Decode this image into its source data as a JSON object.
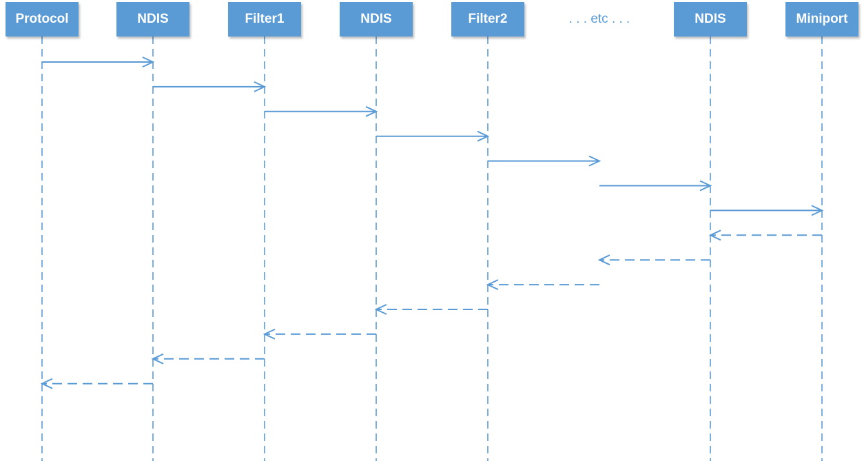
{
  "diagram": {
    "line_color": "#5b9bd5",
    "box_color": "#5b9bd5",
    "box_text_color": "#ffffff",
    "participants": [
      {
        "label": "Protocol",
        "style": "box"
      },
      {
        "label": "NDIS",
        "style": "box"
      },
      {
        "label": "Filter1",
        "style": "box"
      },
      {
        "label": "NDIS",
        "style": "box"
      },
      {
        "label": "Filter2",
        "style": "box"
      },
      {
        "label": ". . . etc . . .",
        "style": "text"
      },
      {
        "label": "NDIS",
        "style": "box"
      },
      {
        "label": "Miniport",
        "style": "box"
      }
    ],
    "messages": [
      {
        "from": 0,
        "to": 1,
        "type": "call"
      },
      {
        "from": 1,
        "to": 2,
        "type": "call"
      },
      {
        "from": 2,
        "to": 3,
        "type": "call"
      },
      {
        "from": 3,
        "to": 4,
        "type": "call"
      },
      {
        "from": 4,
        "to": 5,
        "type": "call"
      },
      {
        "from": 5,
        "to": 6,
        "type": "call"
      },
      {
        "from": 6,
        "to": 7,
        "type": "call"
      },
      {
        "from": 7,
        "to": 6,
        "type": "return"
      },
      {
        "from": 6,
        "to": 5,
        "type": "return"
      },
      {
        "from": 5,
        "to": 4,
        "type": "return"
      },
      {
        "from": 4,
        "to": 3,
        "type": "return"
      },
      {
        "from": 3,
        "to": 2,
        "type": "return"
      },
      {
        "from": 2,
        "to": 1,
        "type": "return"
      },
      {
        "from": 1,
        "to": 0,
        "type": "return"
      }
    ]
  }
}
